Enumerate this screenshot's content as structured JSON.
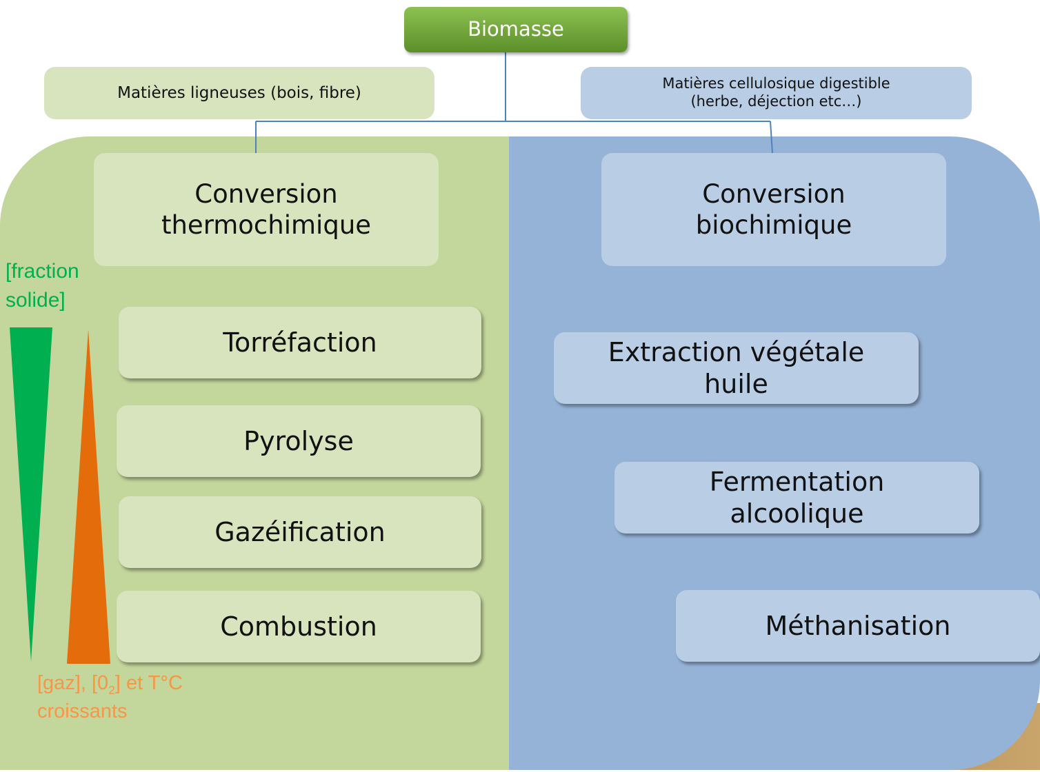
{
  "title": "Biomasse",
  "categories": {
    "left": "Matières ligneuses (bois, fibre)",
    "right_line1": "Matières cellulosique digestible",
    "right_line2": "(herbe, déjection etc…)"
  },
  "conversion": {
    "left_line1": "Conversion",
    "left_line2": "thermochimique",
    "right_line1": "Conversion",
    "right_line2": "biochimique"
  },
  "thermo_steps": [
    "Torréfaction",
    "Pyrolyse",
    "Gazéification",
    "Combustion"
  ],
  "bio_steps": {
    "extraction_line1": "Extraction végétale",
    "extraction_line2": "huile",
    "fermentation_line1": "Fermentation",
    "fermentation_line2": "alcoolique",
    "methanisation": "Méthanisation"
  },
  "gradient_labels": {
    "solid_line1": "[fraction",
    "solid_line2": "solide]",
    "gas_part1": "[gaz], [0",
    "gas_sub": "2",
    "gas_part2": "] et T°C",
    "gas_line2": "croissants"
  },
  "colors": {
    "thermo_panel": "#c3d69b",
    "bio_panel": "#95b3d7",
    "solid_wedge": "#00b050",
    "gas_wedge": "#e46c0a",
    "title_green": "#6fa63a"
  }
}
